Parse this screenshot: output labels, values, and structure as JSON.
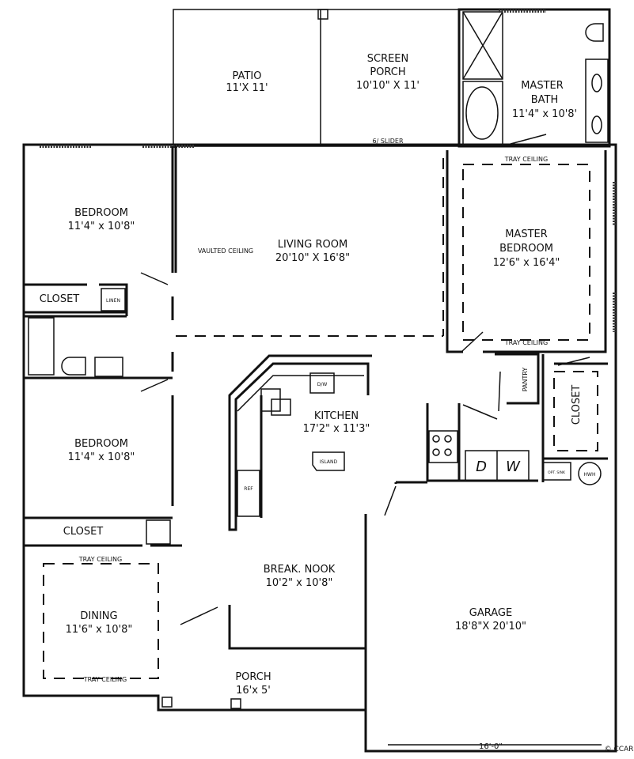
{
  "rooms": {
    "patio": {
      "name": "PATIO",
      "size": "11'X 11'"
    },
    "screen_porch": {
      "name1": "SCREEN",
      "name2": "PORCH",
      "size": "10'10\" X 11'"
    },
    "master_bath": {
      "name1": "MASTER",
      "name2": "BATH",
      "size": "11'4\" x 10'8'"
    },
    "bedroom_1": {
      "name": "BEDROOM",
      "size": "11'4\" x 10'8\""
    },
    "living_room": {
      "name": "LIVING ROOM",
      "size": "20'10\" X 16'8\"",
      "note": "VAULTED CEILING"
    },
    "master_bedroom": {
      "name1": "MASTER",
      "name2": "BEDROOM",
      "size": "12'6\" x 16'4\"",
      "note_top": "TRAY CEILING",
      "note_bottom": "TRAY CEILING"
    },
    "closet_1": {
      "name": "CLOSET"
    },
    "linen": {
      "name": "LINEN"
    },
    "bedroom_2": {
      "name": "BEDROOM",
      "size": "11'4\" x 10'8\""
    },
    "kitchen": {
      "name": "KITCHEN",
      "size": "17'2\" x 11'3\"",
      "dw": "D/W",
      "island": "ISLAND",
      "ref": "REF"
    },
    "pantry": {
      "name": "PANTRY"
    },
    "closet_master": {
      "name": "CLOSET"
    },
    "laundry": {
      "dryer": "D",
      "washer": "W",
      "opt": "OPT. SINK",
      "hwh": "HWH"
    },
    "closet_2": {
      "name": "CLOSET"
    },
    "dining": {
      "name": "DINING",
      "size": "11'6\" x 10'8\"",
      "note_top": "TRAY CEILING",
      "note_bottom": "TRAY CEILING"
    },
    "break_nook": {
      "name": "BREAK. NOOK",
      "size": "10'2\" x 10'8\""
    },
    "garage": {
      "name": "GARAGE",
      "size": "18'8\"X 20'10\"",
      "width": "16'-0\""
    },
    "porch": {
      "name": "PORCH",
      "size": "16'x 5'"
    }
  },
  "slider_note": "6/ SLIDER",
  "watermark": "© CCAR"
}
